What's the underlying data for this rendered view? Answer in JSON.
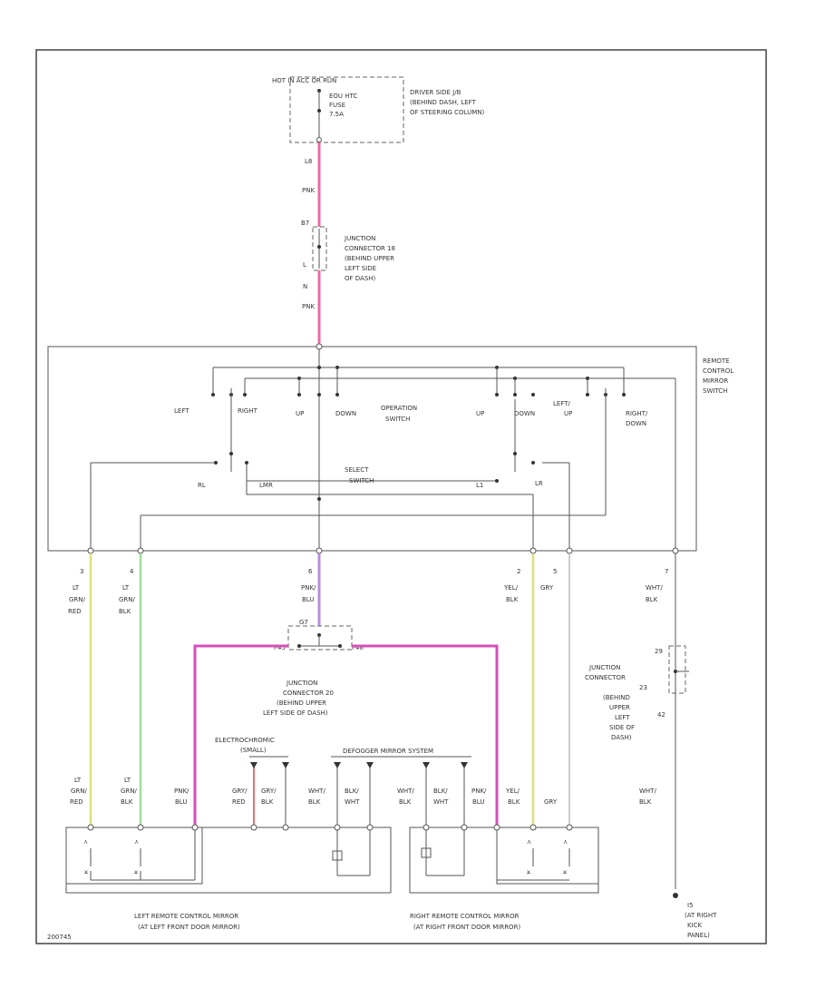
{
  "hot_label": "HOT IN ACC OR RUN",
  "fuse": {
    "line1": "EOU HTC",
    "line2": "FUSE",
    "line3": "7.5A"
  },
  "driver_jb": {
    "line1": "DRIVER SIDE J/B",
    "line2": "(BEHIND DASH, LEFT",
    "line3": "OF STEERING COLUMN)"
  },
  "wire_top": {
    "pin": "L8",
    "color": "PNK"
  },
  "jc18": {
    "pin_top": "B7",
    "pin_bot": "L",
    "line1": "JUNCTION",
    "line2": "CONNECTOR 18",
    "line3": "(BEHIND UPPER",
    "line4": "LEFT SIDE",
    "line5": "OF DASH)"
  },
  "wire_mid": {
    "pin": "N",
    "color": "PNK"
  },
  "rcm_switch": {
    "line1": "REMOTE",
    "line2": "CONTROL",
    "line3": "MIRROR",
    "line4": "SWITCH"
  },
  "op_switch": {
    "left": "LEFT",
    "right": "RIGHT",
    "up": "UP",
    "down": "DOWN",
    "title1": "OPERATION",
    "title2": "SWITCH",
    "up2": "UP",
    "down2": "DOWN",
    "left_up1": "LEFT/",
    "left_up2": "UP",
    "right_down1": "RIGHT/",
    "right_down2": "DOWN"
  },
  "select_switch": {
    "title1": "SELECT",
    "title2": "SWITCH",
    "rl": "RL",
    "lr": "LR",
    "left_pos": "LMR",
    "right_pos": "L1"
  },
  "pins": {
    "p3": {
      "num": "3",
      "c1": "LT",
      "c2": "GRN/",
      "c3": "RED"
    },
    "p4": {
      "num": "4",
      "c1": "LT",
      "c2": "GRN/",
      "c3": "BLK"
    },
    "p6": {
      "num": "6",
      "c1": "PNK/",
      "c2": "BLU"
    },
    "p2": {
      "num": "2",
      "c1": "YEL/",
      "c2": "BLK"
    },
    "p5": {
      "num": "5",
      "c1": "GRY"
    },
    "p7": {
      "num": "7",
      "c1": "WHT/",
      "c2": "BLK"
    }
  },
  "jc20_pins": {
    "top": "G7",
    "left": "F45",
    "right": "F48"
  },
  "jc20": {
    "line1": "JUNCTION",
    "line2": "CONNECTOR 20",
    "line3": "(BEHIND UPPER",
    "line4": "LEFT SIDE OF DASH)"
  },
  "jc23": {
    "pin_top": "29",
    "pin_bot": "42",
    "line1": "JUNCTION",
    "line2": "CONNECTOR",
    "line3": "23",
    "line4": "(BEHIND",
    "line5": "UPPER",
    "line6": "LEFT",
    "line7": "SIDE OF",
    "line8": "DASH)"
  },
  "electrochromic": {
    "line1": "ELECTROCHROMIC",
    "line2": "(SMALL)"
  },
  "defogger": "DEFOGGER MIRROR SYSTEM",
  "bottom_wires": {
    "w1": {
      "c1": "LT",
      "c2": "GRN/",
      "c3": "RED"
    },
    "w2": {
      "c1": "LT",
      "c2": "GRN/",
      "c3": "BLK"
    },
    "w3": {
      "c1": "PNK/",
      "c2": "BLU"
    },
    "w4": {
      "c1": "GRY/",
      "c2": "RED"
    },
    "w5": {
      "c1": "GRY/",
      "c2": "BLK"
    },
    "w6": {
      "c1": "WHT/",
      "c2": "BLK"
    },
    "w7": {
      "c1": "BLK/",
      "c2": "WHT"
    },
    "w8": {
      "c1": "WHT/",
      "c2": "BLK"
    },
    "w9": {
      "c1": "BLK/",
      "c2": "WHT"
    },
    "w10": {
      "c1": "PNK/",
      "c2": "BLU"
    },
    "w11": {
      "c1": "YEL/",
      "c2": "BLK"
    },
    "w12": {
      "c1": "GRY"
    },
    "w13": {
      "c1": "WHT/",
      "c2": "BLK"
    }
  },
  "left_mirror": {
    "line1": "LEFT REMOTE CONTROL MIRROR",
    "line2": "(AT LEFT FRONT DOOR MIRROR)"
  },
  "right_mirror": {
    "line1": "RIGHT REMOTE CONTROL MIRROR",
    "line2": "(AT RIGHT FRONT DOOR MIRROR)"
  },
  "ground": {
    "line1": "I5",
    "line2": "(AT RIGHT",
    "line3": "KICK",
    "line4": "PANEL)"
  },
  "footer_code": "200745"
}
